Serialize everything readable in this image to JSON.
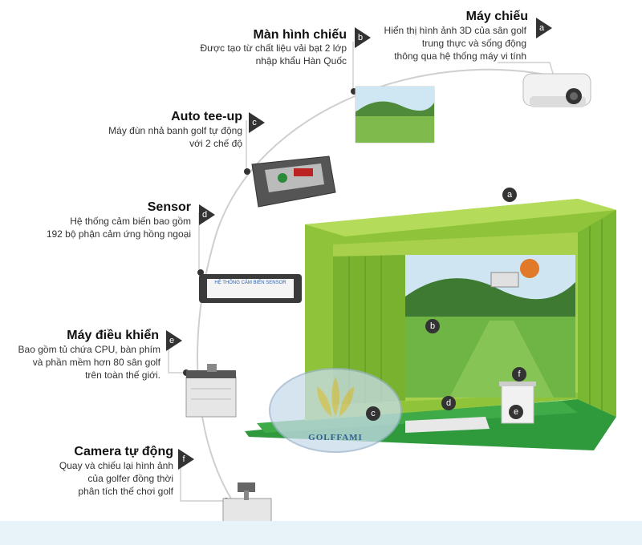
{
  "components": {
    "may_chieu": {
      "title": "Máy chiếu",
      "tag": "a",
      "desc": [
        "Hiển thị hình ảnh 3D của sân golf",
        "trung thực và sống động",
        "thông qua hệ thống máy vi tính"
      ]
    },
    "man_hinh": {
      "title": "Màn hình chiếu",
      "tag": "b",
      "desc": [
        "Được tạo từ chất liệu vải bạt 2 lớp",
        "nhập khẩu Hàn Quốc"
      ]
    },
    "auto_tee": {
      "title": "Auto tee-up",
      "tag": "c",
      "desc": [
        "Máy đùn nhả banh golf tự động",
        "với 2 chế độ"
      ]
    },
    "sensor": {
      "title": "Sensor",
      "tag": "d",
      "desc": [
        "Hệ thống cảm biến bao gồm",
        "192 bộ phận cảm ứng hồng ngoại"
      ]
    },
    "may_dieu_khien": {
      "title": "Máy điều khiển",
      "tag": "e",
      "desc": [
        "Bao gồm tủ chứa CPU, bàn phím",
        "và phần mềm hơn 80 sân golf",
        "trên toàn thế giới."
      ]
    },
    "camera": {
      "title": "Camera tự động",
      "tag": "f",
      "desc": [
        "Quay và chiếu lại hình ảnh",
        "của golfer đồng thời",
        "phân tích thế chơi golf"
      ]
    }
  },
  "room_markers": [
    "a",
    "b",
    "c",
    "d",
    "e",
    "f"
  ],
  "sensor_panel_text": "HỆ THỐNG CẢM BIẾN SENSOR",
  "logo_text": "GOLFFAMI",
  "colors": {
    "room_green": "#8fc43a",
    "floor_green": "#2f9a3c",
    "curve": "#c8c8c8"
  }
}
